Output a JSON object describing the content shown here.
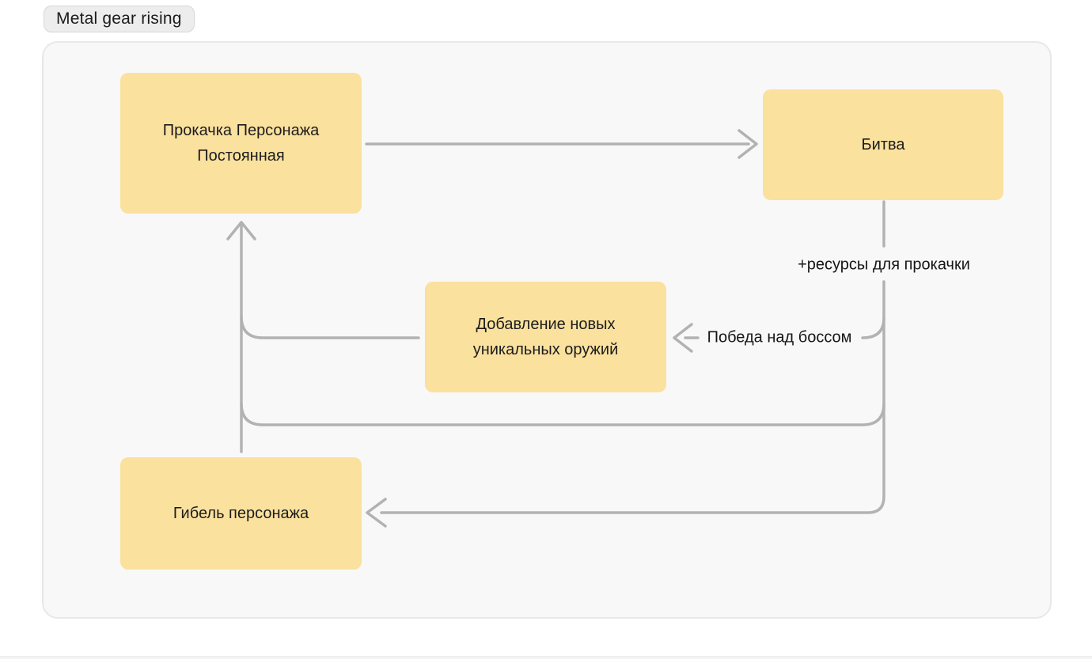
{
  "tab": {
    "label": "Metal gear rising"
  },
  "theme": {
    "node_fill": "#fae19e",
    "connector": "#b2b2b2",
    "board_bg": "#f8f8f8",
    "board_border": "#e8e8e8",
    "tab_bg": "#ededed",
    "tab_border": "#d6d6d6",
    "text": "#1c1c1c",
    "page_bg": "#ffffff"
  },
  "diagram": {
    "nodes": [
      {
        "id": "upgrade",
        "label": "Прокачка Персонажа Постоянная"
      },
      {
        "id": "battle",
        "label": "Битва"
      },
      {
        "id": "weapons",
        "label": "Добавление новых уникальных оружий"
      },
      {
        "id": "death",
        "label": "Гибель персонажа"
      }
    ],
    "edges": [
      {
        "from": "upgrade",
        "to": "battle",
        "label": ""
      },
      {
        "from": "battle",
        "to": "weapons",
        "label": "Победа над боссом"
      },
      {
        "from": "battle",
        "to": "upgrade",
        "label": "+ресурсы для прокачки"
      },
      {
        "from": "battle",
        "to": "death",
        "label": ""
      },
      {
        "from": "weapons",
        "to": "upgrade",
        "label": ""
      },
      {
        "from": "death",
        "to": "upgrade",
        "label": ""
      }
    ]
  }
}
